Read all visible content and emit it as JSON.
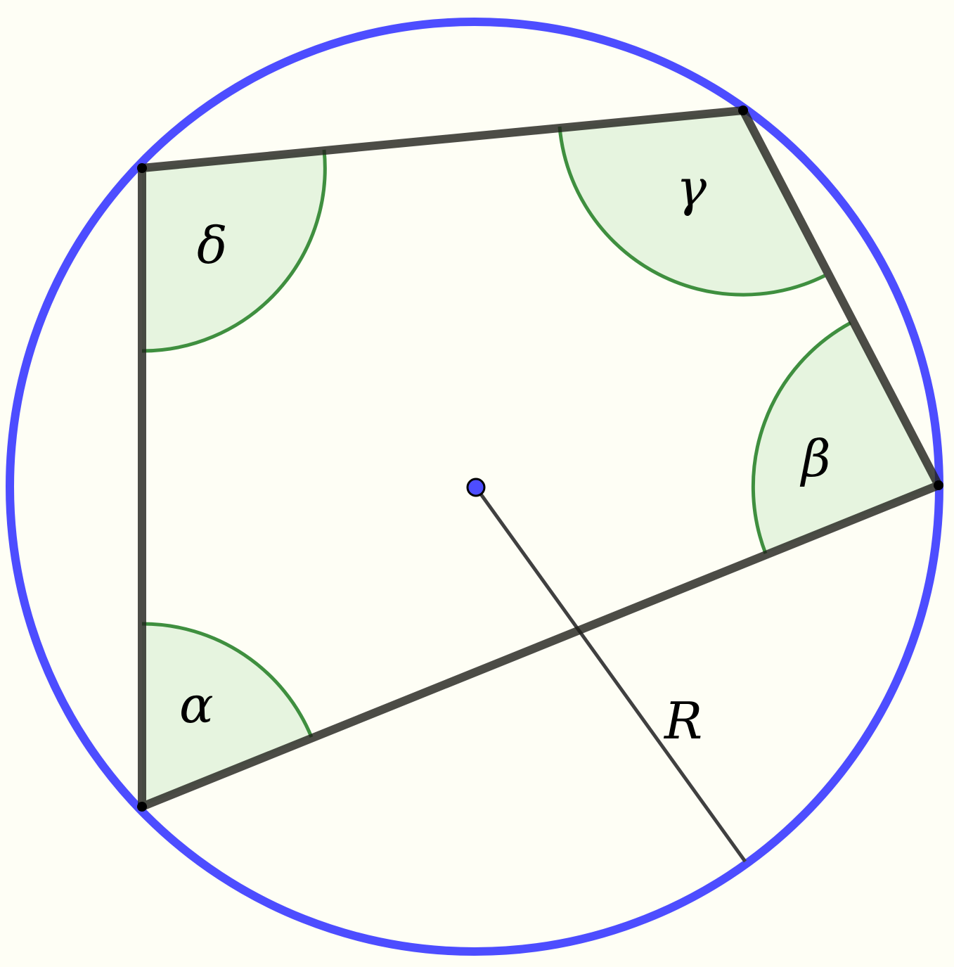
{
  "colors": {
    "background": "#fefef5",
    "circle": "#4d4dff",
    "polygon_edge": "#1f1f1a",
    "angle_fill": "#d5ecd0",
    "angle_stroke": "#3f8f3f",
    "center_point": "#4d4dff",
    "radius_line": "#404040"
  },
  "labels": {
    "alpha": "α",
    "beta": "β",
    "gamma": "γ",
    "delta": "δ",
    "radius": "R"
  }
}
